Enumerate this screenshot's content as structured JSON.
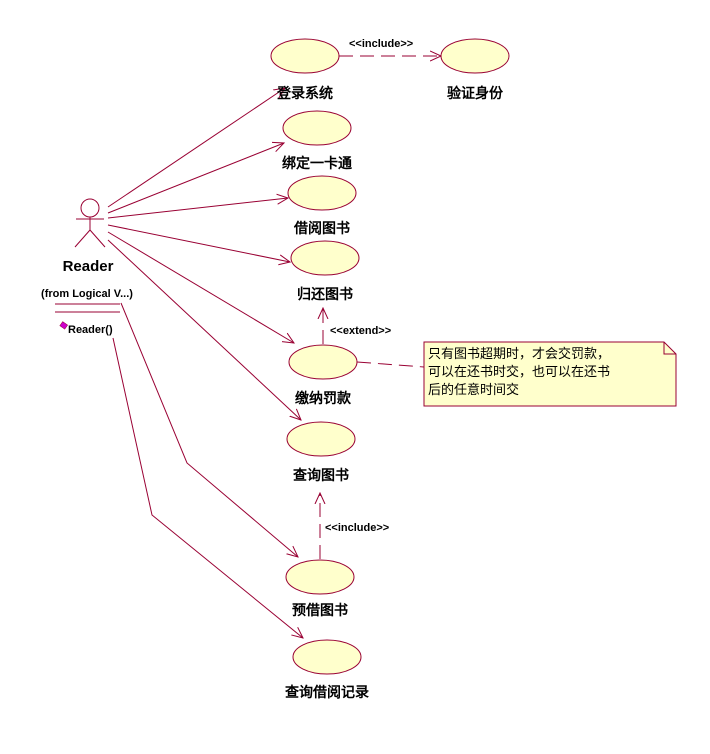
{
  "actor": {
    "name": "Reader",
    "package": "(from Logical V...)",
    "operation": "Reader()"
  },
  "use_cases": {
    "login": "登录系统",
    "verify": "验证身份",
    "bind_card": "绑定一卡通",
    "borrow": "借阅图书",
    "return": "归还图书",
    "pay_fine": "缴纳罚款",
    "search": "查询图书",
    "reserve": "预借图书",
    "history": "查询借阅记录"
  },
  "relations": {
    "include1": "<<include>>",
    "include2": "<<include>>",
    "extend": "<<extend>>"
  },
  "note": {
    "lines": [
      "只有图书超期时，才会交罚款，",
      "可以在还书时交，也可以在还书",
      "后的任意时间交"
    ]
  },
  "colors": {
    "line": "#990033",
    "fill": "#FFFFCC",
    "operation_icon": "#CC00CC"
  }
}
